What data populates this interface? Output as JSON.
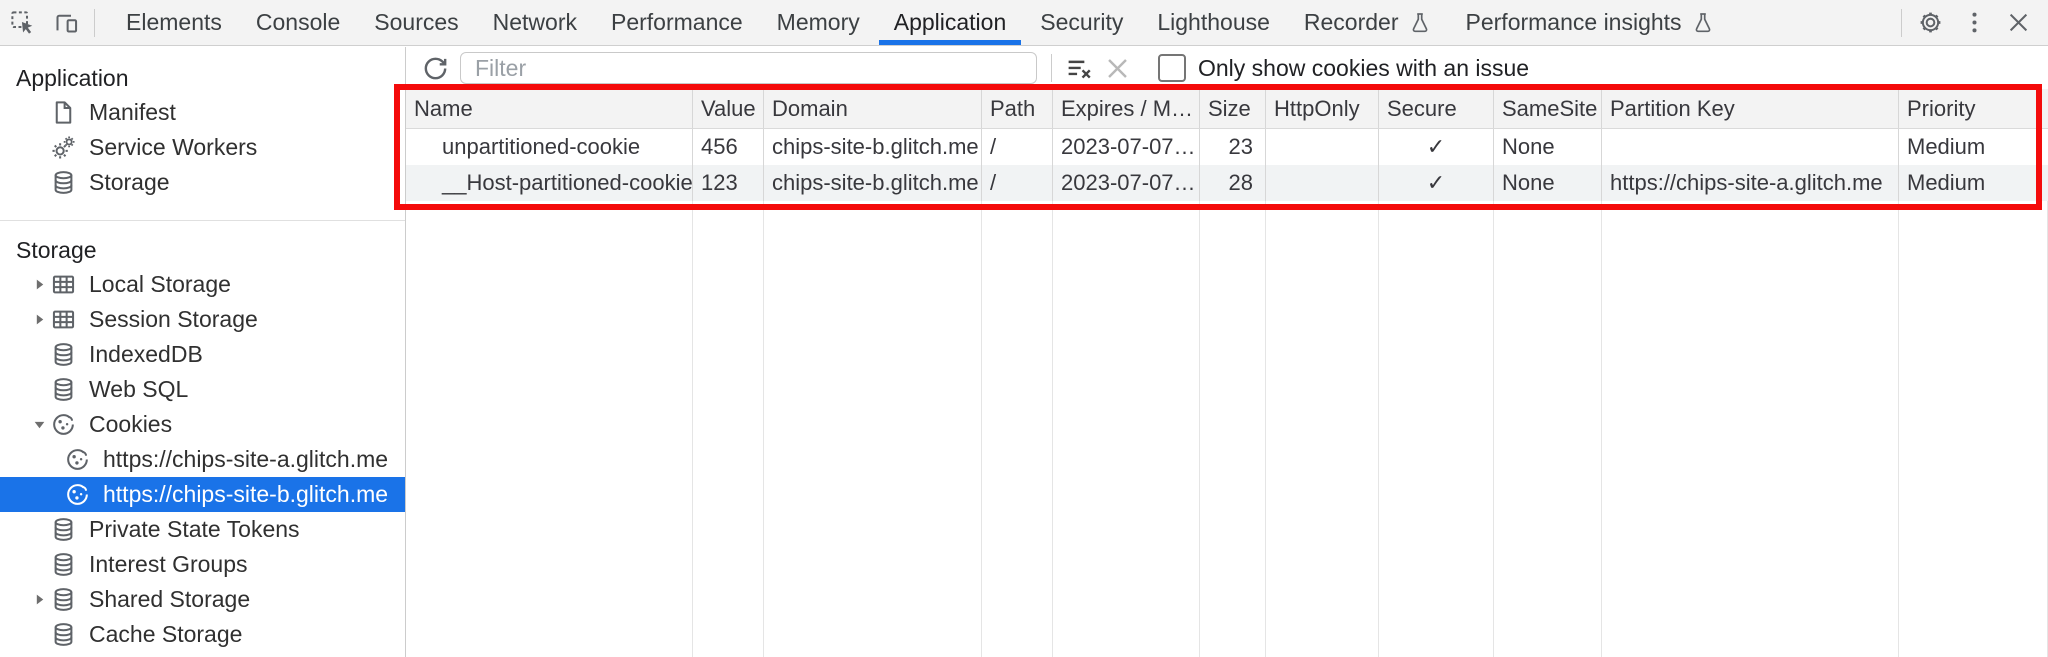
{
  "tabs": [
    {
      "label": "Elements"
    },
    {
      "label": "Console"
    },
    {
      "label": "Sources"
    },
    {
      "label": "Network"
    },
    {
      "label": "Performance"
    },
    {
      "label": "Memory"
    },
    {
      "label": "Application",
      "selected": true
    },
    {
      "label": "Security"
    },
    {
      "label": "Lighthouse"
    },
    {
      "label": "Recorder",
      "experiment": true
    },
    {
      "label": "Performance insights",
      "experiment": true
    }
  ],
  "sidebar": {
    "application_title": "Application",
    "items_application": [
      "Manifest",
      "Service Workers",
      "Storage"
    ],
    "storage_title": "Storage",
    "items_storage": [
      "Local Storage",
      "Session Storage",
      "IndexedDB",
      "Web SQL",
      "Cookies",
      "https://chips-site-a.glitch.me",
      "https://chips-site-b.glitch.me",
      "Private State Tokens",
      "Interest Groups",
      "Shared Storage",
      "Cache Storage"
    ],
    "selected_item": "https://chips-site-b.glitch.me"
  },
  "cookie_pane": {
    "filter_placeholder": "Filter",
    "issue_checkbox_label": "Only show cookies with an issue",
    "checkbox_checked": false
  },
  "cookie_table": {
    "headers": [
      "Name",
      "Value",
      "Domain",
      "Path",
      "Expires / M…",
      "Size",
      "HttpOnly",
      "Secure",
      "SameSite",
      "Partition Key",
      "Priority"
    ],
    "rows": [
      {
        "name": "unpartitioned-cookie",
        "value": "456",
        "domain": "chips-site-b.glitch.me",
        "path": "/",
        "expires": "2023-07-07…",
        "size": "23",
        "http_only": "",
        "secure": "✓",
        "same_site": "None",
        "partition_key": "",
        "priority": "Medium"
      },
      {
        "name": "__Host-partitioned-cookie",
        "value": "123",
        "domain": "chips-site-b.glitch.me",
        "path": "/",
        "expires": "2023-07-07…",
        "size": "28",
        "http_only": "",
        "secure": "✓",
        "same_site": "None",
        "partition_key": "https://chips-site-a.glitch.me",
        "priority": "Medium"
      }
    ]
  },
  "icons": {
    "inspect": "inspect-cursor",
    "device_toolbar": "device-toolbar",
    "experiment": "flask",
    "settings": "gear",
    "more": "kebab-menu",
    "close": "x",
    "refresh": "circular-arrow",
    "clear_list": "lines-with-x",
    "clear_search": "x",
    "manifest": "document",
    "service_workers": "gears",
    "storage": "database-cylinder",
    "dom_storage": "table-grid",
    "cookies": "cookie",
    "caret_collapsed": "triangle-right",
    "caret_expanded": "triangle-down"
  },
  "colors": {
    "accent": "#1a73e8",
    "annotation_red": "#f40b0b",
    "tabbar_bg": "#f3f3f3",
    "row_stripe": "#f1f3f4",
    "selected_item_bg": "#1a73e8"
  }
}
